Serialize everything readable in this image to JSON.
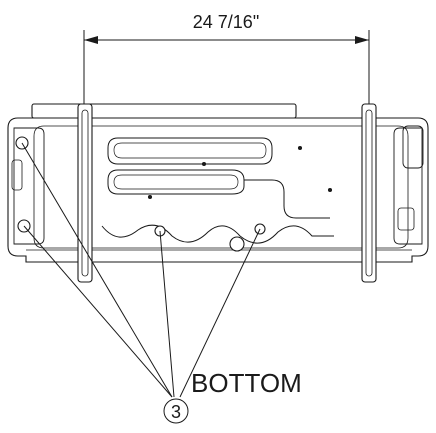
{
  "dimension_label": "24 7/16\"",
  "view_label": "BOTTOM",
  "callout_number": "3"
}
